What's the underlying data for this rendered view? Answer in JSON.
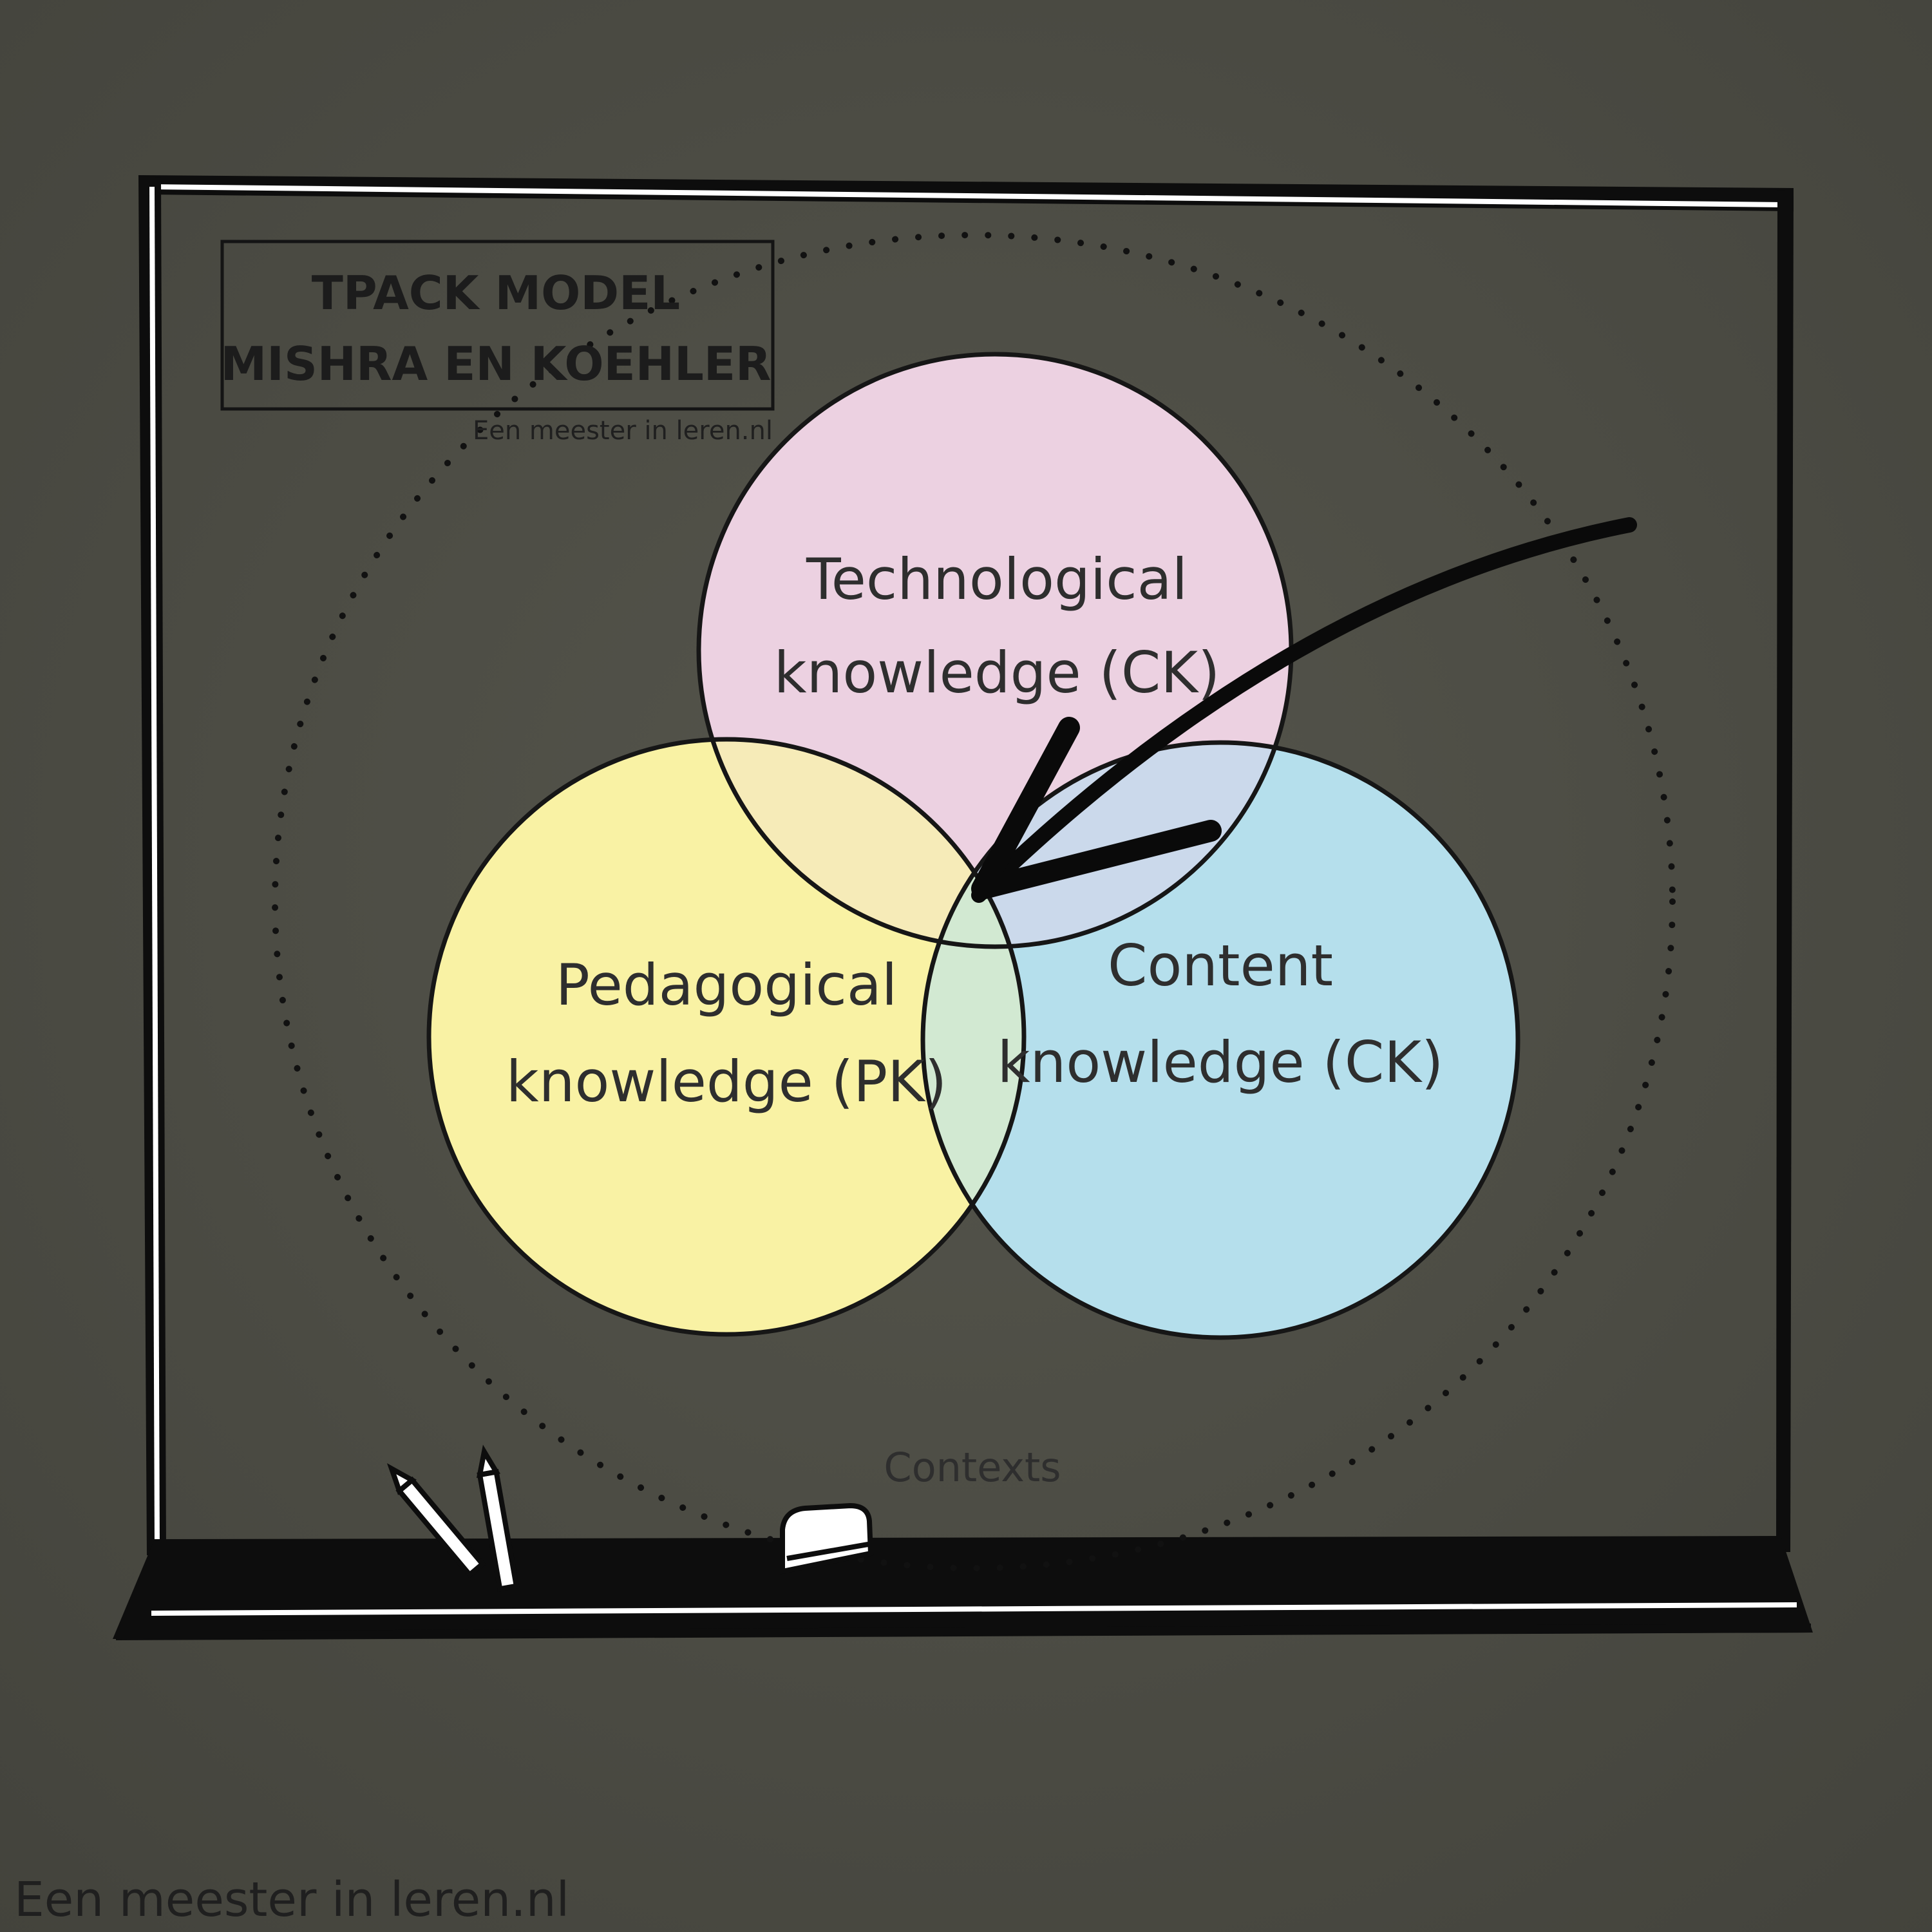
{
  "board": {
    "title_line1": "TPACK MODEL",
    "title_line2": "MISHRA EN KOEHLER",
    "credit_small": "Een meester in leren.nl"
  },
  "circles": {
    "technological": {
      "line1": "Technological",
      "line2": "knowledge (CK)",
      "color": "#ecd1e1"
    },
    "pedagogical": {
      "line1": "Pedagogical",
      "line2": "knowledge (PK)",
      "color": "#f9f2a4"
    },
    "content": {
      "line1": "Content",
      "line2": "knowledge (CK)",
      "color": "#b5dfec"
    }
  },
  "contexts_label": "Contexts",
  "footer_credit": "Een meester in leren.nl",
  "colors": {
    "chalkboard": "#4a4a42",
    "frame": "#0d0d0d",
    "chalk": "#ffffff"
  }
}
